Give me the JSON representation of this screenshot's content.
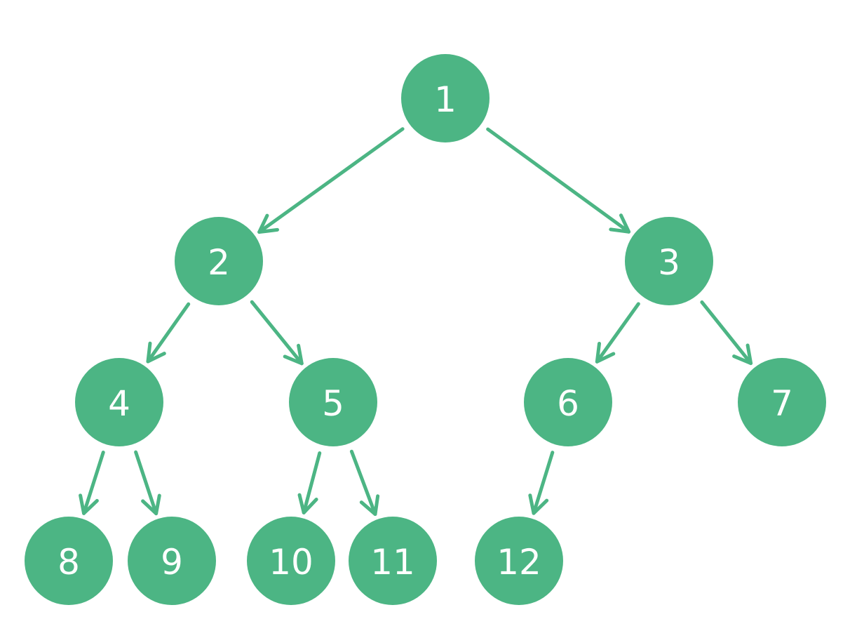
{
  "colors": {
    "node_fill": "#4cb584",
    "edge": "#4cb584",
    "label": "#ffffff",
    "background": "#ffffff"
  },
  "nodes": [
    {
      "id": 1,
      "label": "1"
    },
    {
      "id": 2,
      "label": "2"
    },
    {
      "id": 3,
      "label": "3"
    },
    {
      "id": 4,
      "label": "4"
    },
    {
      "id": 5,
      "label": "5"
    },
    {
      "id": 6,
      "label": "6"
    },
    {
      "id": 7,
      "label": "7"
    },
    {
      "id": 8,
      "label": "8"
    },
    {
      "id": 9,
      "label": "9"
    },
    {
      "id": 10,
      "label": "10"
    },
    {
      "id": 11,
      "label": "11"
    },
    {
      "id": 12,
      "label": "12"
    }
  ],
  "edges": [
    {
      "from": 1,
      "to": 2
    },
    {
      "from": 1,
      "to": 3
    },
    {
      "from": 2,
      "to": 4
    },
    {
      "from": 2,
      "to": 5
    },
    {
      "from": 3,
      "to": 6
    },
    {
      "from": 3,
      "to": 7
    },
    {
      "from": 4,
      "to": 8
    },
    {
      "from": 4,
      "to": 9
    },
    {
      "from": 5,
      "to": 10
    },
    {
      "from": 5,
      "to": 11
    },
    {
      "from": 6,
      "to": 12
    }
  ]
}
